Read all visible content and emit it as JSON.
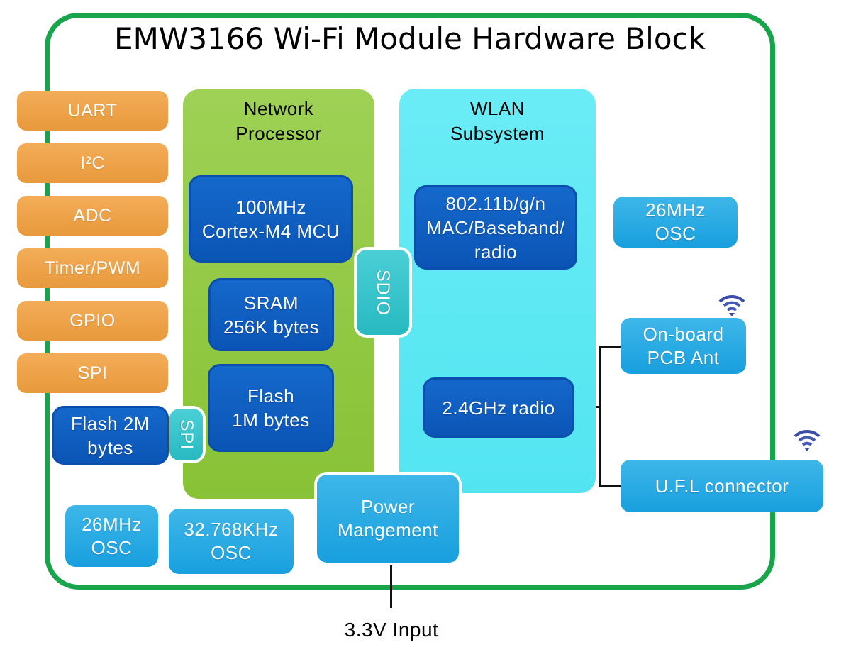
{
  "title": "EMW3166 Wi-Fi Module Hardware Block",
  "colors": {
    "border_green": "#17a44b",
    "peripheral_orange": "#eda24c",
    "block_dark_blue": "#0d5ec2",
    "block_light_blue": "#29abe2",
    "wlan_cyan": "#5ce9f4",
    "network_processor_green": "#93ca44",
    "bus_tab_teal": "#35c5cb",
    "wifi_icon_navy": "#3b4da9",
    "connector_line_black": "#111111"
  },
  "peripherals": {
    "items": [
      {
        "label": "UART"
      },
      {
        "label": "I²C"
      },
      {
        "label": "ADC"
      },
      {
        "label": "Timer/PWM"
      },
      {
        "label": "GPIO"
      },
      {
        "label": "SPI"
      }
    ]
  },
  "external_flash": {
    "line1": "Flash 2M",
    "line2": "bytes"
  },
  "spi_bus": {
    "label": "SPI"
  },
  "sdio_bus": {
    "label": "SDIO"
  },
  "network_processor": {
    "title_line1": "Network",
    "title_line2": "Processor",
    "mcu": {
      "line1": "100MHz",
      "line2": "Cortex-M4 MCU"
    },
    "sram": {
      "line1": "SRAM",
      "line2": "256K bytes"
    },
    "flash": {
      "line1": "Flash",
      "line2": "1M bytes"
    }
  },
  "wlan_subsystem": {
    "title_line1": "WLAN",
    "title_line2": "Subsystem",
    "mac": {
      "line1": "802.11b/g/n",
      "line2": "MAC/Baseband/",
      "line3": "radio"
    },
    "radio": {
      "label": "2.4GHz radio"
    }
  },
  "oscillators": {
    "wlan_osc": {
      "line1": "26MHz",
      "line2": "OSC"
    },
    "mcu_osc": {
      "line1": "26MHz",
      "line2": "OSC"
    },
    "rtc_osc": {
      "line1": "32.768KHz",
      "line2": "OSC"
    }
  },
  "antenna": {
    "pcb": {
      "line1": "On-board",
      "line2": "PCB Ant"
    },
    "ufl": {
      "label": "U.F.L connector"
    }
  },
  "power": {
    "line1": "Power",
    "line2": "Mangement",
    "input_label": "3.3V Input"
  }
}
